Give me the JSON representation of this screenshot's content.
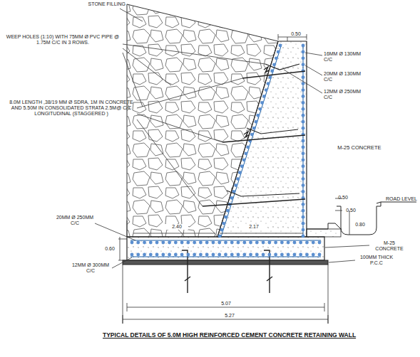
{
  "diagram": {
    "caption": "TYPICAL DETAILS OF 5.0M HIGH REINFORCED CEMENT CONCRETE RETAINING WALL",
    "labels": [
      "STONE FILLING",
      "0.50",
      "WEEP HOLES (1:10) WITH 75MM Ø PVC PIPE @ 1.75M C/C IN 3 ROWS.",
      "16MM Ø 130MM C/C",
      "20MM Ø 130MM C/C",
      "12MM Ø 250MM C/C",
      "8.0M LENGTH ,38/19 MM Ø SDRA, 1M IN CONCRETE AND 5.50M IN CONSOLIDATED STRATA 2.5M@ C/C LONGITUDINAL (STAGGERED )",
      "M-25 CONCRETE",
      "0.50",
      "0.50",
      "ROAD LEVEL",
      "0.80",
      "2.40",
      "2.17",
      "0.60",
      "20MM Ø 250MM C/C",
      "12MM Ø 300MM C/C",
      "M-25 CONCRETE",
      "100MM THICK P.C.C",
      "5.07",
      "5.27"
    ]
  }
}
